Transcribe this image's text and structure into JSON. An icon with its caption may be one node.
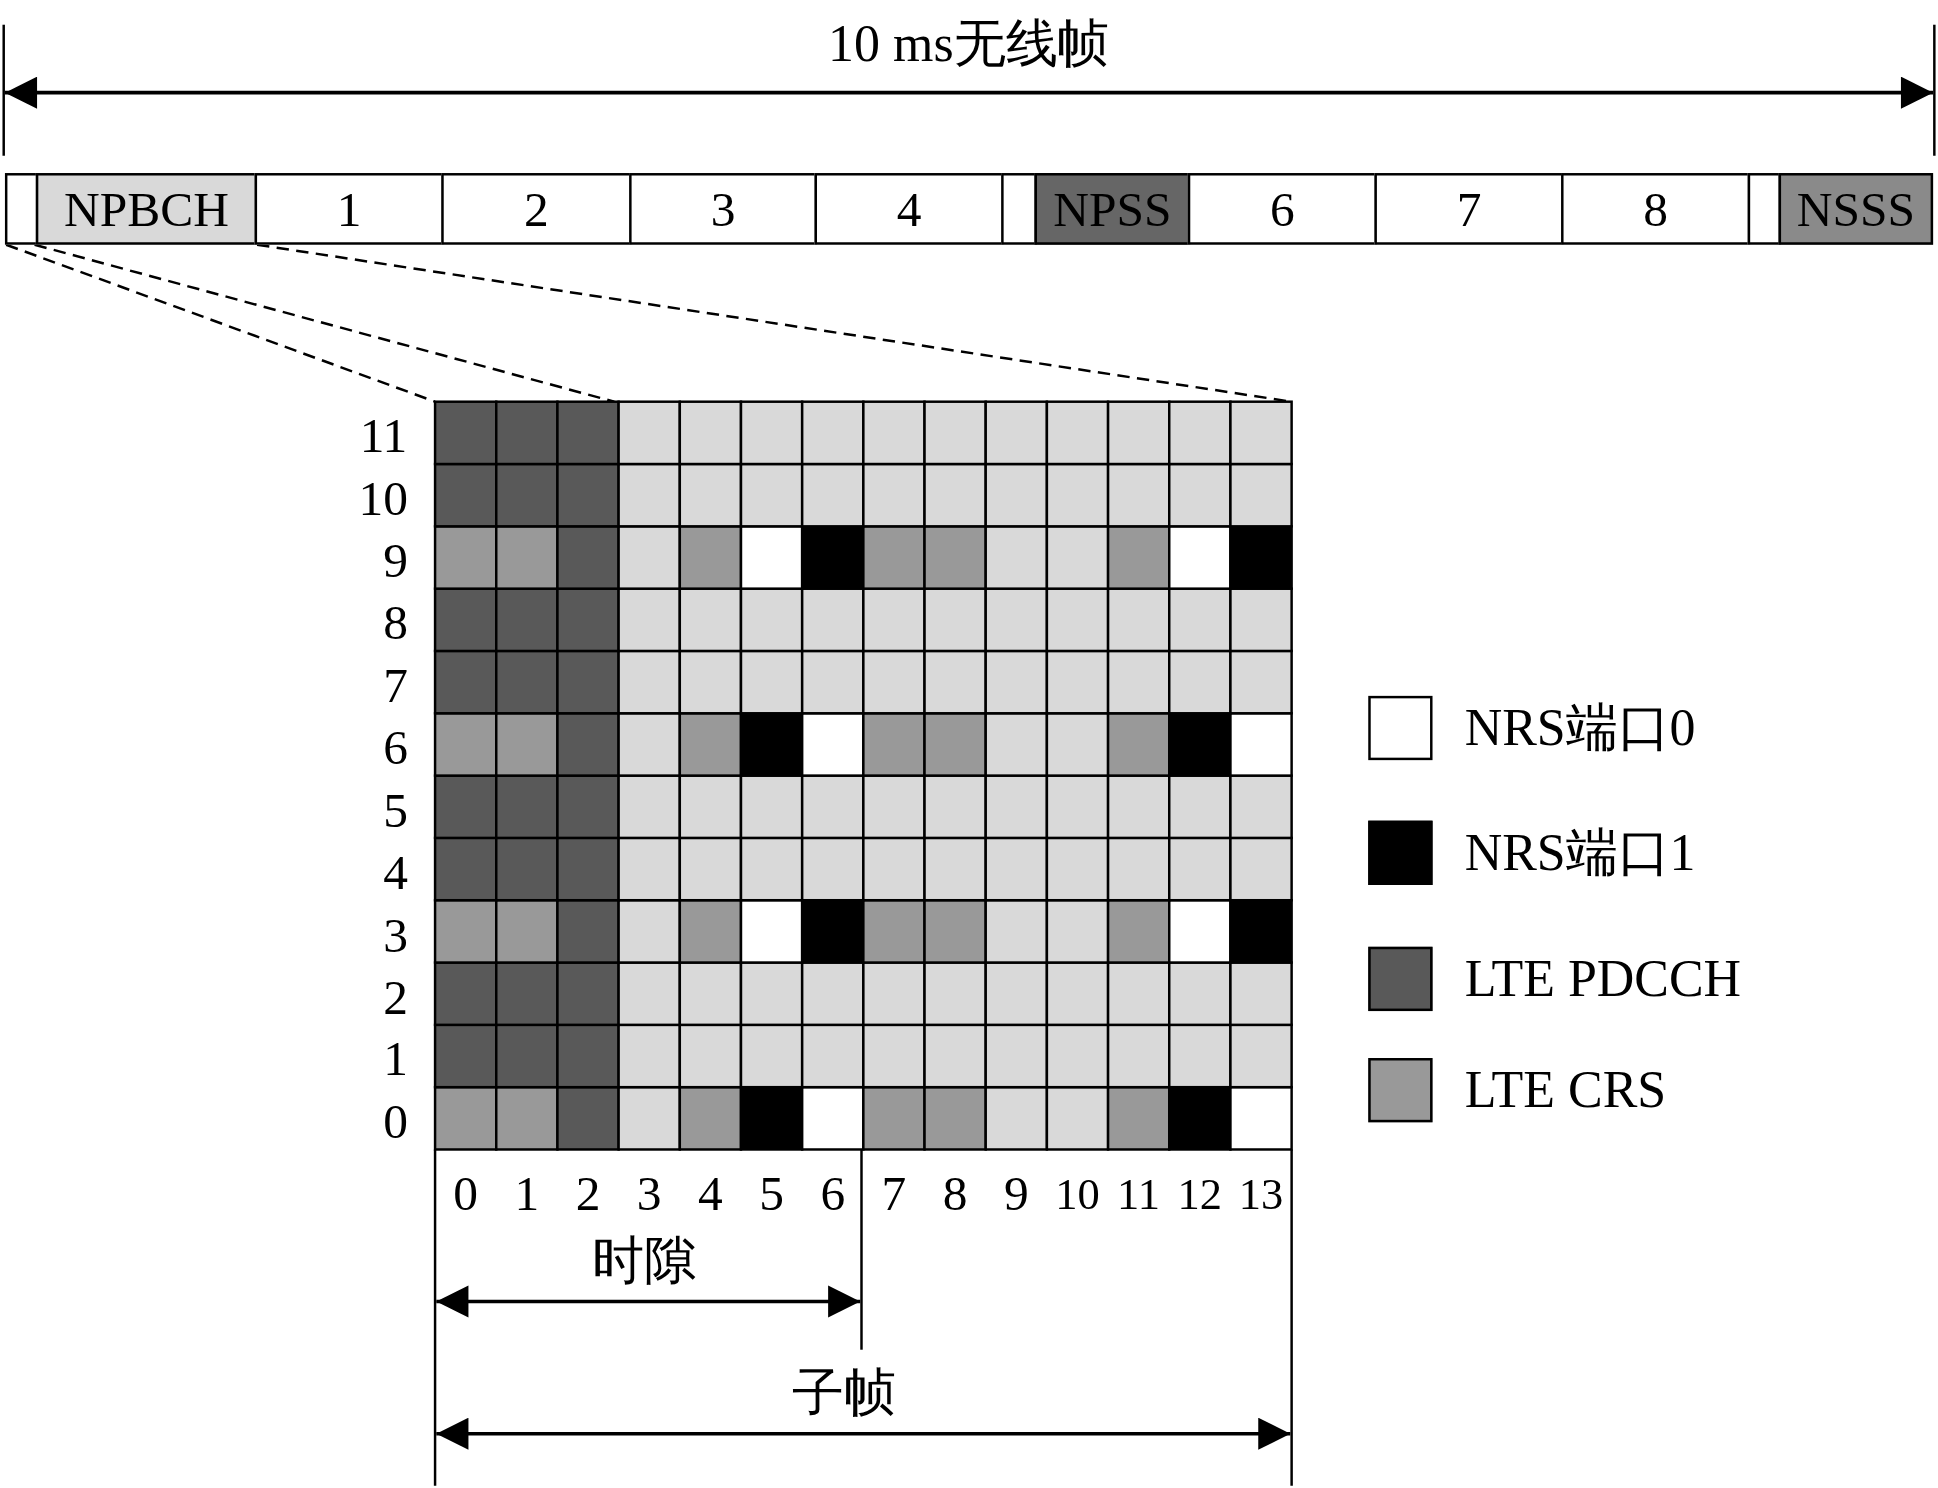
{
  "diagram": {
    "nodes": [
      {
        "text": [],
        "shape": "box"
      },
      {
        "text": [
          "NPBCH"
        ]
      },
      {
        "text": [
          "1"
        ]
      },
      {
        "text": [
          "2"
        ]
      },
      {
        "text": [
          "3"
        ]
      },
      {
        "text": [
          "4"
        ]
      },
      {
        "text": [],
        "shape": "box"
      },
      {
        "text": [
          "NPSS"
        ]
      },
      {
        "text": [
          "6"
        ]
      },
      {
        "text": [
          "7"
        ]
      },
      {
        "text": [
          "8"
        ]
      },
      {
        "text": [],
        "shape": "box"
      },
      {
        "text": [
          "NSSS"
        ]
      }
    ],
    "labels": [
      "10 ms无线帧",
      "11",
      "10",
      "9",
      "8",
      "7",
      "6",
      "5",
      "4",
      "3",
      "2",
      "1",
      "0",
      "0",
      "1",
      "2",
      "3",
      "4",
      "5",
      "6",
      "7",
      "8",
      "9",
      "10",
      "11",
      "12",
      "13",
      "时隙",
      "子帧"
    ],
    "legend": [
      {
        "text": "NRS端口0",
        "color": "#ffffff"
      },
      {
        "text": "NRS端口1",
        "color": "#000000"
      },
      {
        "text": "LTE PDCCH",
        "color": "#595959"
      },
      {
        "text": "LTE CRS",
        "color": "#999999"
      }
    ]
  }
}
